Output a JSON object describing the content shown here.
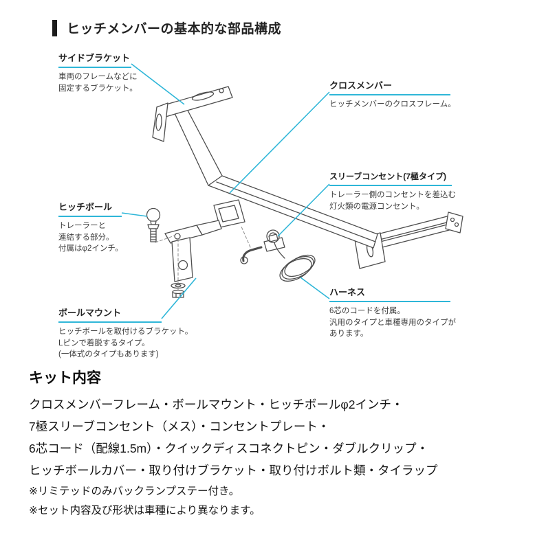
{
  "page": {
    "title": "ヒッチメンバーの基本的な部品構成"
  },
  "labels": {
    "side_bracket": {
      "title": "サイドブラケット",
      "desc": "車両のフレームなどに\n固定するブラケット。"
    },
    "cross_member": {
      "title": "クロスメンバー",
      "desc": "ヒッチメンバーのクロスフレーム。"
    },
    "sleeve_outlet": {
      "title": "スリーブコンセント(7極タイプ)",
      "desc": "トレーラー側のコンセントを差込む\n灯火類の電源コンセント。"
    },
    "hitch_ball": {
      "title": "ヒッチボール",
      "desc": "トレーラーと\n連結する部分。\n付属はφ2インチ。"
    },
    "harness": {
      "title": "ハーネス",
      "desc": "6芯のコードを付属。\n汎用のタイプと車種専用のタイプが\nあります。"
    },
    "ball_mount": {
      "title": "ボールマウント",
      "desc": "ヒッチボールを取付けるブラケット。\nLピンで着脱するタイプ。\n(一体式のタイプもあります)"
    }
  },
  "kit": {
    "heading": "キット内容",
    "body": "クロスメンバーフレーム・ボールマウント・ヒッチボールφ2インチ・\n7極スリーブコンセント（メス）・コンセントプレート・\n6芯コード（配線1.5m）・クイックディスコネクトピン・ダブルクリップ・\nヒッチボールカバー・取り付けブラケット・取り付けボルト類・タイラップ"
  },
  "notes": {
    "note1": "※リミテッドのみバックランプステー付き。",
    "note2": "※セット内容及び形状は車種により異なります。"
  },
  "colors": {
    "accent": "#2eb6d8",
    "line": "#4d4d4d"
  }
}
